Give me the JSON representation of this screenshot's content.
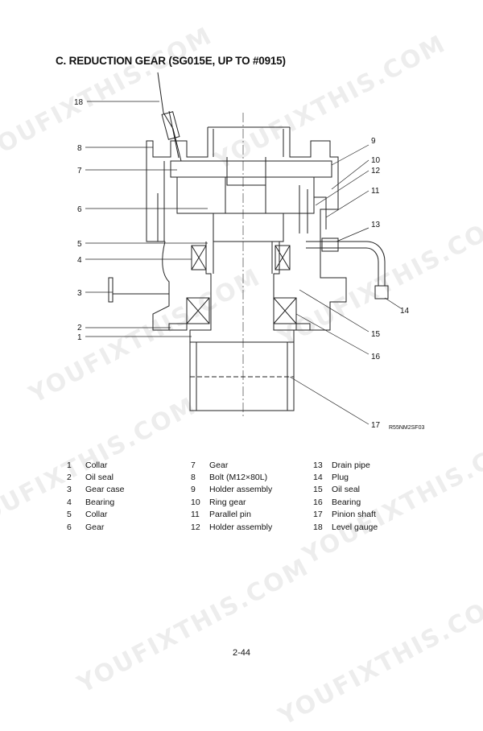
{
  "title": "C. REDUCTION GEAR (SG015E, UP TO #0915)",
  "watermarks": [
    "YOUFIXTHIS.COM",
    "YOUFIXTHIS.COM",
    "YOUFIXTHIS.COM",
    "YOUFIXTHIS.COM",
    "YOUFIXTHIS.COM",
    "YOUFIXTHIS.COM",
    "YOUFIXTHIS.COM",
    "YOUFIXTHIS.COM"
  ],
  "drawing": {
    "code": "R55NM2SF03",
    "callouts": [
      "18",
      "8",
      "7",
      "6",
      "5",
      "4",
      "3",
      "2",
      "1",
      "9",
      "10",
      "12",
      "11",
      "13",
      "14",
      "15",
      "16",
      "17"
    ]
  },
  "parts": [
    {
      "num": "1",
      "name": "Collar"
    },
    {
      "num": "2",
      "name": "Oil seal"
    },
    {
      "num": "3",
      "name": "Gear case"
    },
    {
      "num": "4",
      "name": "Bearing"
    },
    {
      "num": "5",
      "name": "Collar"
    },
    {
      "num": "6",
      "name": "Gear"
    },
    {
      "num": "7",
      "name": "Gear"
    },
    {
      "num": "8",
      "name": "Bolt (M12×80L)"
    },
    {
      "num": "9",
      "name": "Holder assembly"
    },
    {
      "num": "10",
      "name": "Ring gear"
    },
    {
      "num": "11",
      "name": "Parallel pin"
    },
    {
      "num": "12",
      "name": "Holder assembly"
    },
    {
      "num": "13",
      "name": "Drain pipe"
    },
    {
      "num": "14",
      "name": "Plug"
    },
    {
      "num": "15",
      "name": "Oil seal"
    },
    {
      "num": "16",
      "name": "Bearing"
    },
    {
      "num": "17",
      "name": "Pinion shaft"
    },
    {
      "num": "18",
      "name": "Level gauge"
    }
  ],
  "page_number": "2-44"
}
